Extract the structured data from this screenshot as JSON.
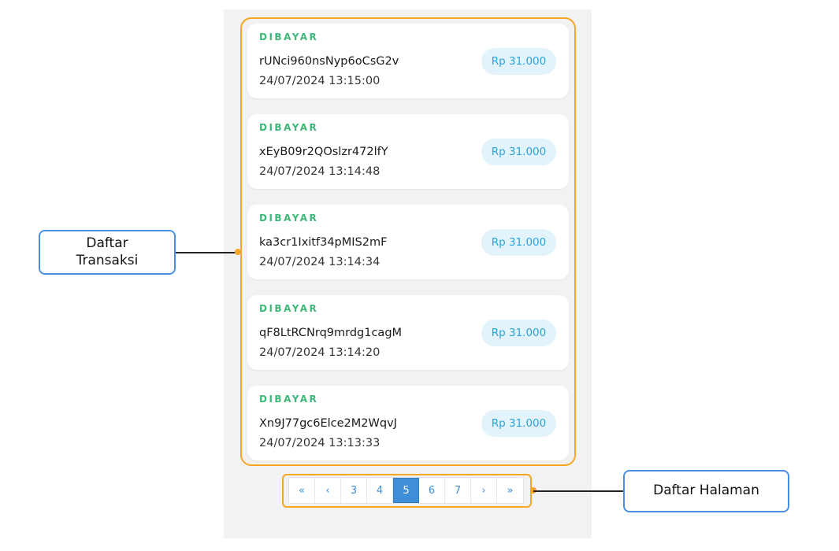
{
  "transactions": [
    {
      "status": "DIBAYAR",
      "code": "rUNci960nsNyp6oCsG2v",
      "date": "24/07/2024 13:15:00",
      "amount": "Rp 31.000"
    },
    {
      "status": "DIBAYAR",
      "code": "xEyB09r2QOslzr472lfY",
      "date": "24/07/2024 13:14:48",
      "amount": "Rp 31.000"
    },
    {
      "status": "DIBAYAR",
      "code": "ka3cr1Ixitf34pMIS2mF",
      "date": "24/07/2024 13:14:34",
      "amount": "Rp 31.000"
    },
    {
      "status": "DIBAYAR",
      "code": "qF8LtRCNrq9mrdg1cagM",
      "date": "24/07/2024 13:14:20",
      "amount": "Rp 31.000"
    },
    {
      "status": "DIBAYAR",
      "code": "Xn9J77gc6Elce2M2WqvJ",
      "date": "24/07/2024 13:13:33",
      "amount": "Rp 31.000"
    }
  ],
  "pagination": {
    "first": "«",
    "prev": "‹",
    "pages": [
      "3",
      "4",
      "5",
      "6",
      "7"
    ],
    "current": "5",
    "next": "›",
    "last": "»"
  },
  "annotations": {
    "list_label_line1": "Daftar",
    "list_label_line2": "Transaksi",
    "pager_label": "Daftar Halaman"
  },
  "colors": {
    "status_paid": "#3cb878",
    "amount_text": "#2ba3d6",
    "amount_bg": "#e3f3fb",
    "highlight_frame": "#f5a623",
    "callout_border": "#4a8fe0",
    "active_page": "#3e8fd8"
  }
}
